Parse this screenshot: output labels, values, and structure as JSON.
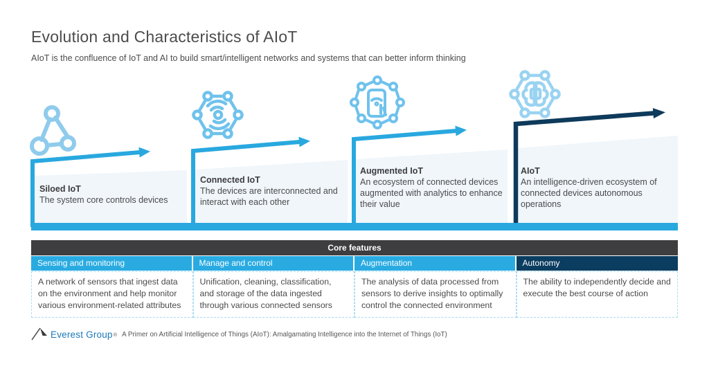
{
  "page": {
    "title": "Evolution and Characteristics of AIoT",
    "subtitle": "AIoT is the confluence of IoT and AI to build smart/intelligent networks and systems that can better inform thinking"
  },
  "colors": {
    "brand_blue": "#29a8df",
    "brand_blue_header": "#29abe2",
    "navy": "#0e3a5b",
    "navy_header": "#0b3d60",
    "dark_gray_header": "#3e3e40",
    "wedge_background": "#f0f6fa",
    "icon_light_blue": "#8fcbec",
    "icon_blue": "#6fc2ec",
    "body_text": "#4a4a4c"
  },
  "stages": [
    {
      "name": "Siloed IoT",
      "description": "The system core controls devices",
      "icon": "triangle-network-icon"
    },
    {
      "name": "Connected IoT",
      "description": "The devices are interconnected and interact with each other",
      "icon": "hexagon-signal-icon"
    },
    {
      "name": "Augmented IoT",
      "description": "An ecosystem of connected devices augmented with analytics to enhance their value",
      "icon": "smart-device-network-icon"
    },
    {
      "name": "AIoT",
      "description": "An intelligence-driven ecosystem of connected devices  autonomous operations",
      "icon": "ai-brain-network-icon"
    }
  ],
  "table": {
    "header": "Core features",
    "columns": [
      {
        "label": "Sensing and monitoring",
        "description": "A network of sensors that ingest data on the environment and help monitor various environment-related attributes"
      },
      {
        "label": "Manage and control",
        "description": "Unification, cleaning, classification, and storage of the data ingested through various connected sensors"
      },
      {
        "label": "Augmentation",
        "description": "The analysis of data processed from sensors to derive insights to optimally control the connected environment"
      },
      {
        "label": "Autonomy",
        "description": "The ability to independently decide and execute the best course of action"
      }
    ]
  },
  "footer": {
    "logo_text": "Everest Group",
    "registered_mark": "®",
    "citation": "A Primer on Artificial Intelligence of Things (AIoT): Amalgamating Intelligence into the Internet of Things (IoT)"
  }
}
